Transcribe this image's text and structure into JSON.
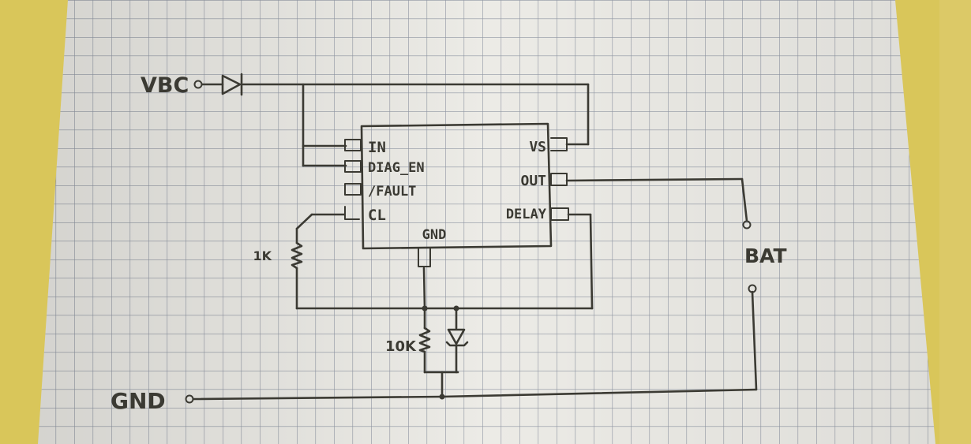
{
  "terminals": {
    "vbc": "VBC",
    "gnd": "GND",
    "bat": "BAT"
  },
  "ic": {
    "pins_left": [
      "IN",
      "DIAG_EN",
      "/FAULT",
      "CL"
    ],
    "pins_right": [
      "VS",
      "OUT",
      "DELAY"
    ],
    "pin_bottom": "GND"
  },
  "components": {
    "r_cl": "1K",
    "r_gnd": "10K"
  },
  "colors": {
    "paper": "#ecebe6",
    "grid": "#8f96a3",
    "ink": "#3b3a33",
    "desk": "#d9c65a"
  }
}
